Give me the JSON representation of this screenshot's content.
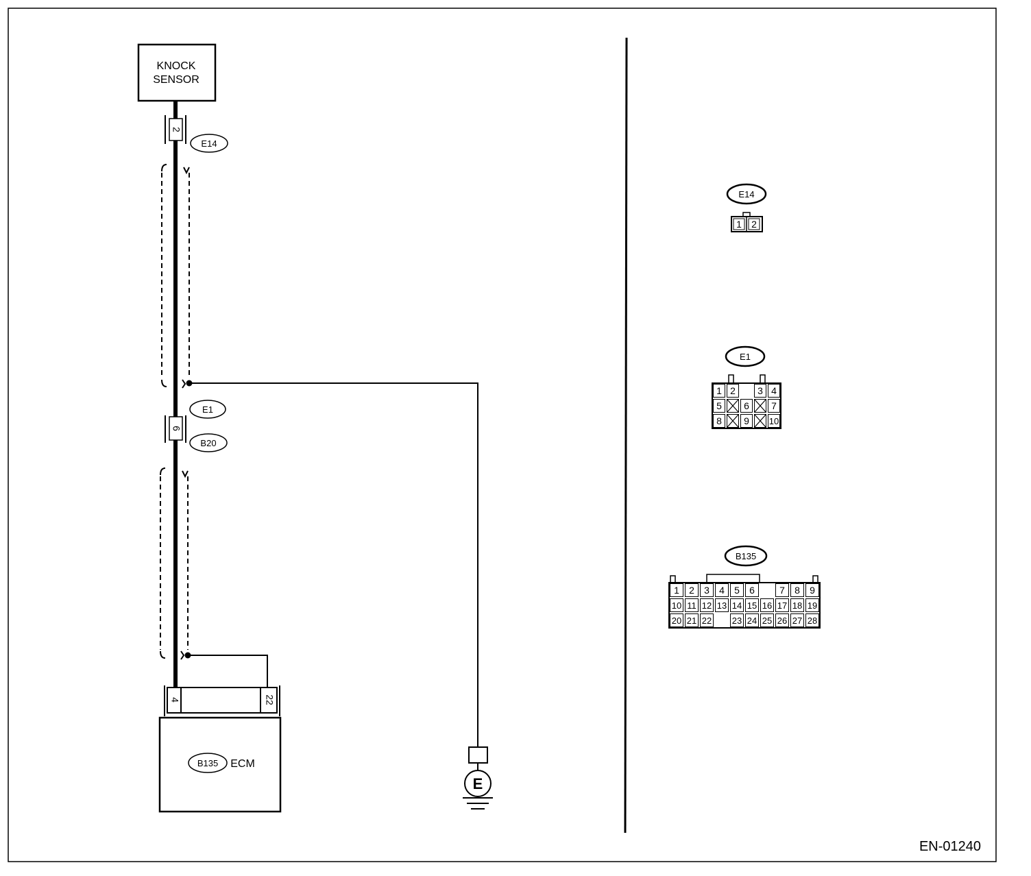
{
  "figure_id": "EN-01240",
  "components": {
    "knock_sensor": {
      "line1": "KNOCK",
      "line2": "SENSOR"
    },
    "ecm": {
      "connector": "B135",
      "label": "ECM",
      "pin_left": "4",
      "pin_right": "22"
    },
    "ground": {
      "label": "E"
    }
  },
  "wire_connectors": {
    "e14": {
      "label": "E14",
      "pin": "2"
    },
    "e1": {
      "label": "E1",
      "pin": "6"
    },
    "b20": {
      "label": "B20"
    }
  },
  "connector_views": {
    "e14": {
      "label": "E14",
      "pins": [
        "1",
        "2"
      ]
    },
    "e1": {
      "label": "E1",
      "rows": [
        [
          "1",
          "2",
          "",
          "3",
          "4"
        ],
        [
          "5",
          "X",
          "6",
          "X",
          "7"
        ],
        [
          "8",
          "X",
          "9",
          "X",
          "10"
        ]
      ]
    },
    "b135": {
      "label": "B135",
      "rows": [
        [
          "1",
          "2",
          "3",
          "4",
          "5",
          "6",
          "",
          "7",
          "8",
          "9"
        ],
        [
          "10",
          "11",
          "12",
          "13",
          "14",
          "15",
          "16",
          "17",
          "18",
          "19"
        ],
        [
          "20",
          "21",
          "22",
          "",
          "23",
          "24",
          "25",
          "26",
          "27",
          "28"
        ]
      ]
    }
  },
  "colors": {
    "line": "#000000",
    "background": "#ffffff"
  }
}
